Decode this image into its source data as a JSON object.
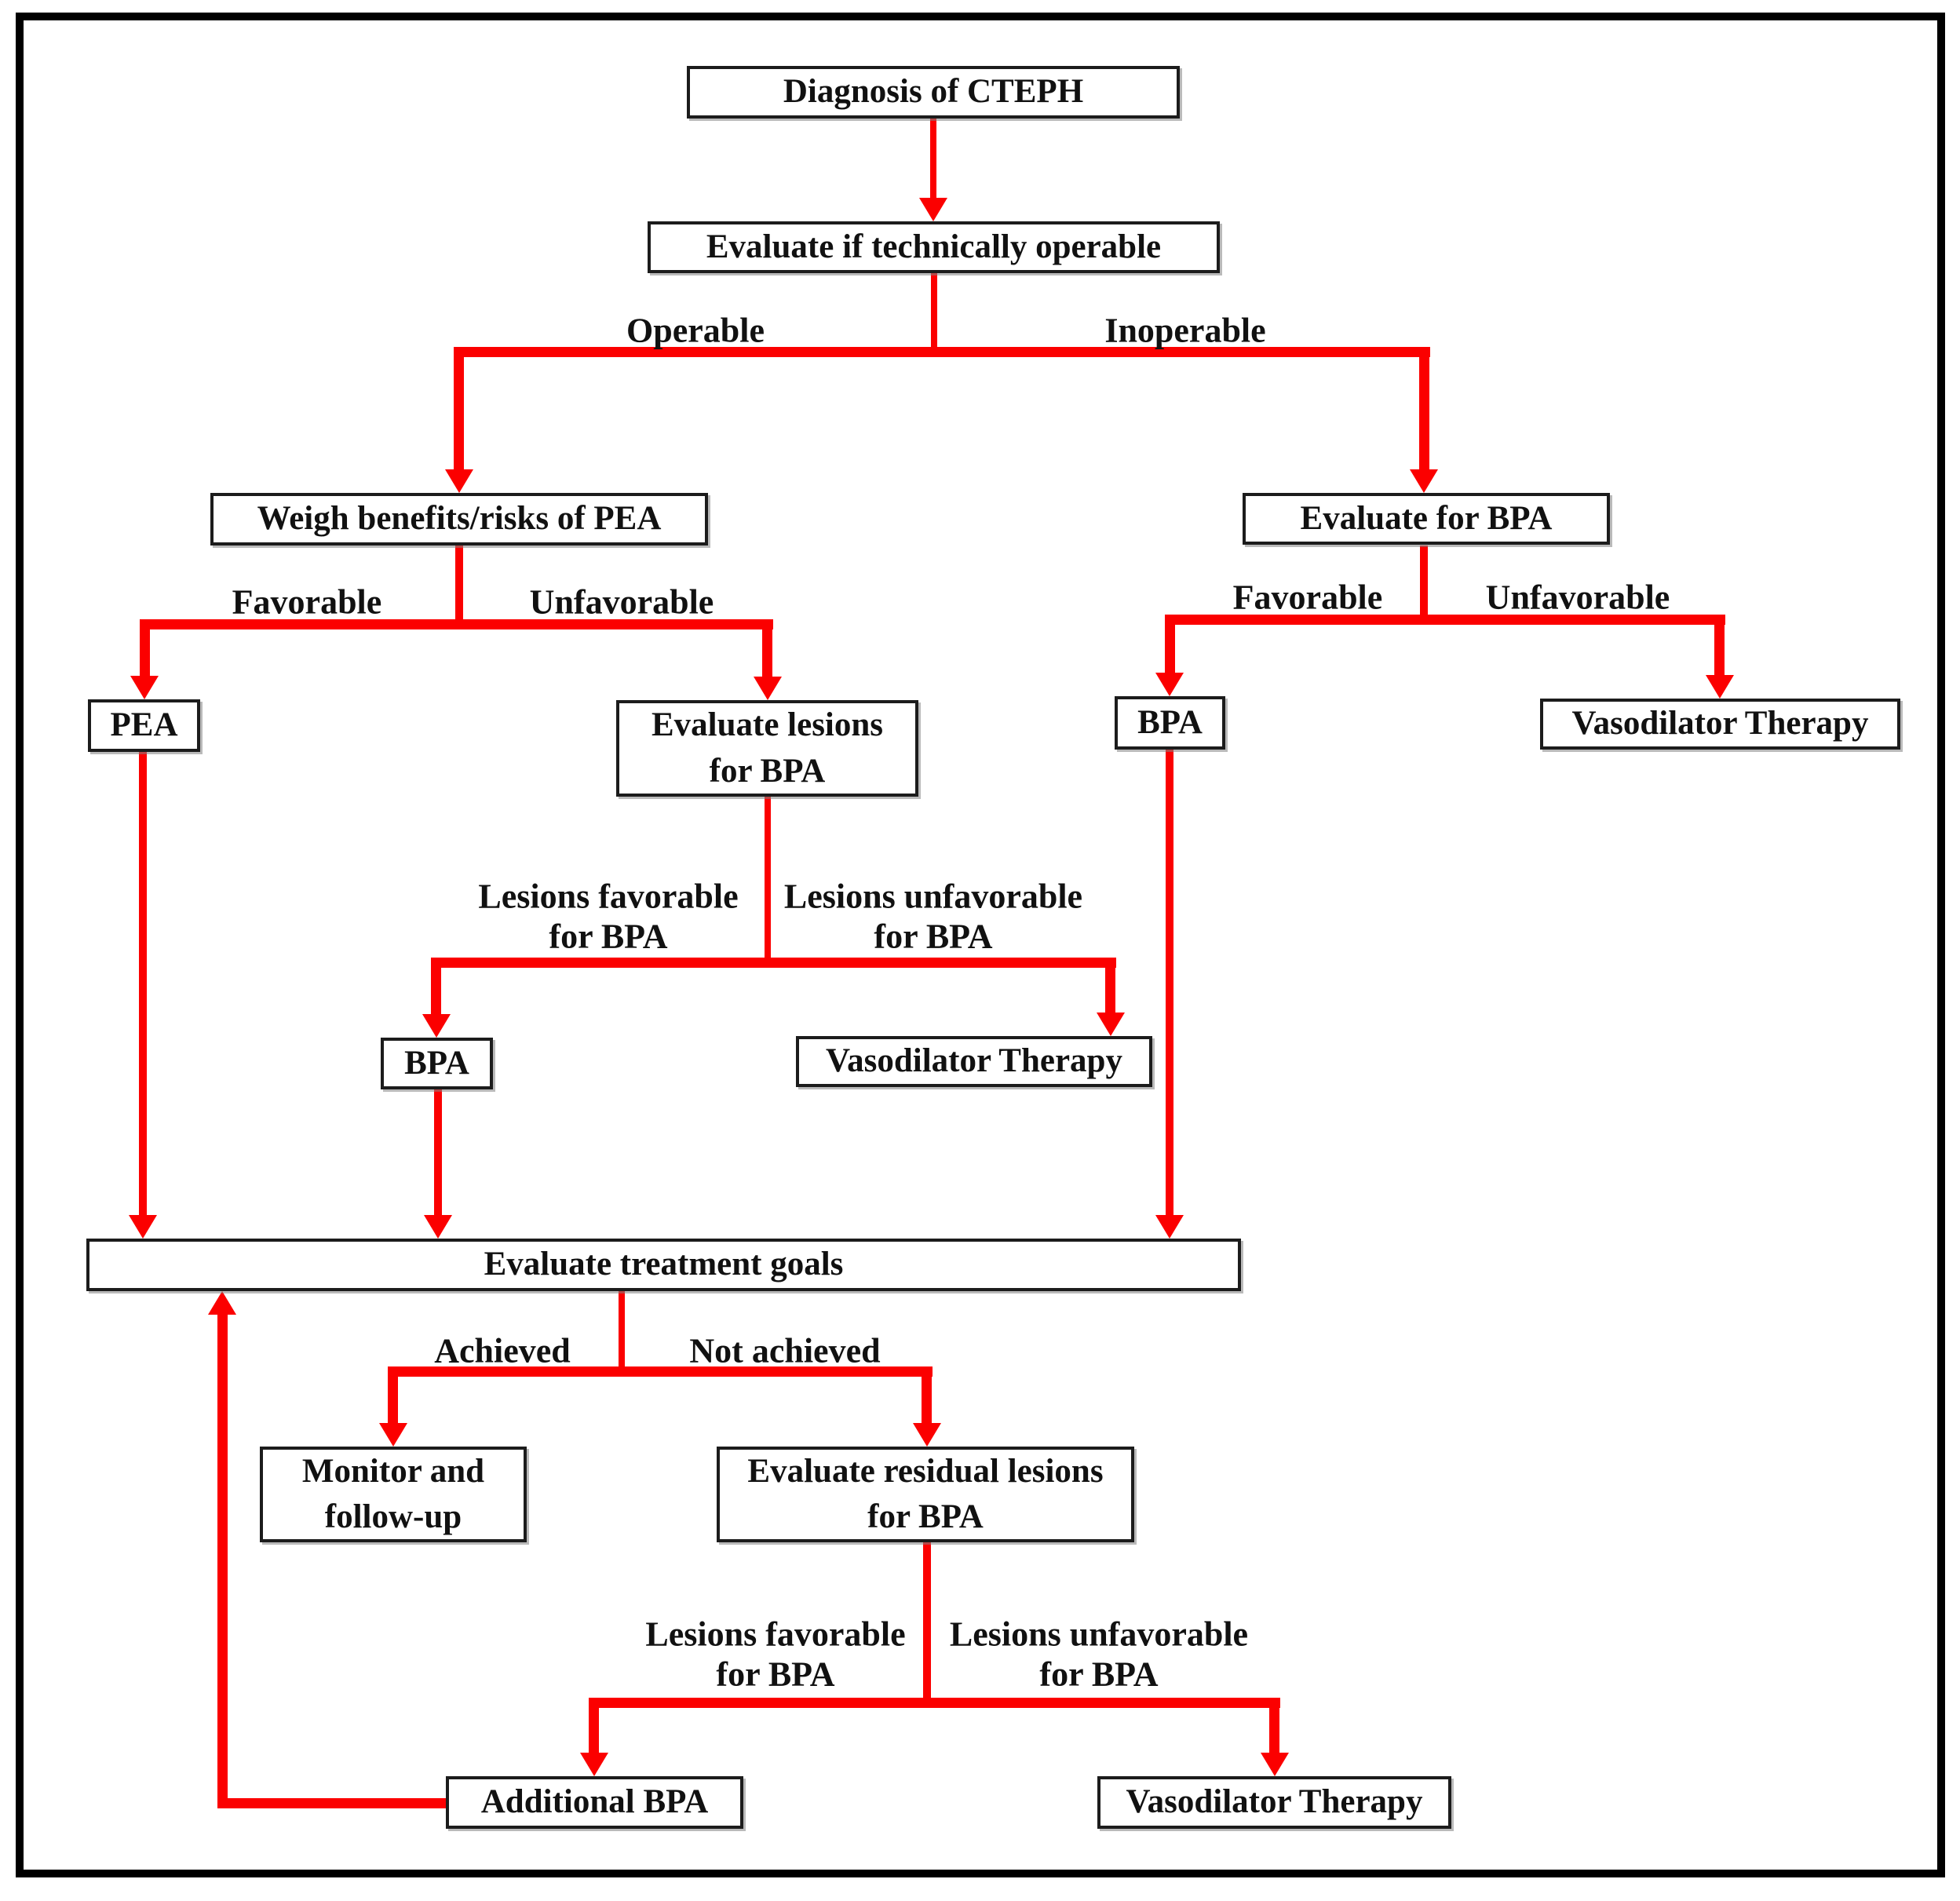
{
  "nodes": {
    "diagnosis": {
      "label": "Diagnosis of CTEPH"
    },
    "evaluate_operable": {
      "label": "Evaluate if technically operable"
    },
    "weigh_pea": {
      "label": "Weigh benefits/risks of PEA"
    },
    "evaluate_for_bpa": {
      "label": "Evaluate for BPA"
    },
    "pea": {
      "label": "PEA"
    },
    "evaluate_lesions": {
      "label": "Evaluate lesions\nfor BPA"
    },
    "bpa_inoperable": {
      "label": "BPA"
    },
    "vasodilator_inoperable": {
      "label": "Vasodilator Therapy"
    },
    "bpa_lesions": {
      "label": "BPA"
    },
    "vasodilator_lesions": {
      "label": "Vasodilator Therapy"
    },
    "treatment_goals": {
      "label": "Evaluate treatment goals"
    },
    "monitor": {
      "label": "Monitor and\nfollow-up"
    },
    "residual_lesions": {
      "label": "Evaluate residual lesions\nfor BPA"
    },
    "additional_bpa": {
      "label": "Additional BPA"
    },
    "vasodilator_residual": {
      "label": "Vasodilator Therapy"
    }
  },
  "edge_labels": {
    "operable": "Operable",
    "inoperable": "Inoperable",
    "favorable_pea": "Favorable",
    "unfavorable_pea": "Unfavorable",
    "favorable_bpa": "Favorable",
    "unfavorable_bpa": "Unfavorable",
    "lesions_favorable_mid": "Lesions favorable\nfor BPA",
    "lesions_unfavorable_mid": "Lesions unfavorable\nfor BPA",
    "achieved": "Achieved",
    "not_achieved": "Not achieved",
    "lesions_favorable_bottom": "Lesions favorable\nfor BPA",
    "lesions_unfavorable_bottom": "Lesions unfavorable\nfor BPA"
  },
  "colors": {
    "arrow_red": "#fb0000",
    "box_border": "#1c1c1c",
    "text": "#111111",
    "frame": "#000000",
    "background": "#ffffff"
  }
}
